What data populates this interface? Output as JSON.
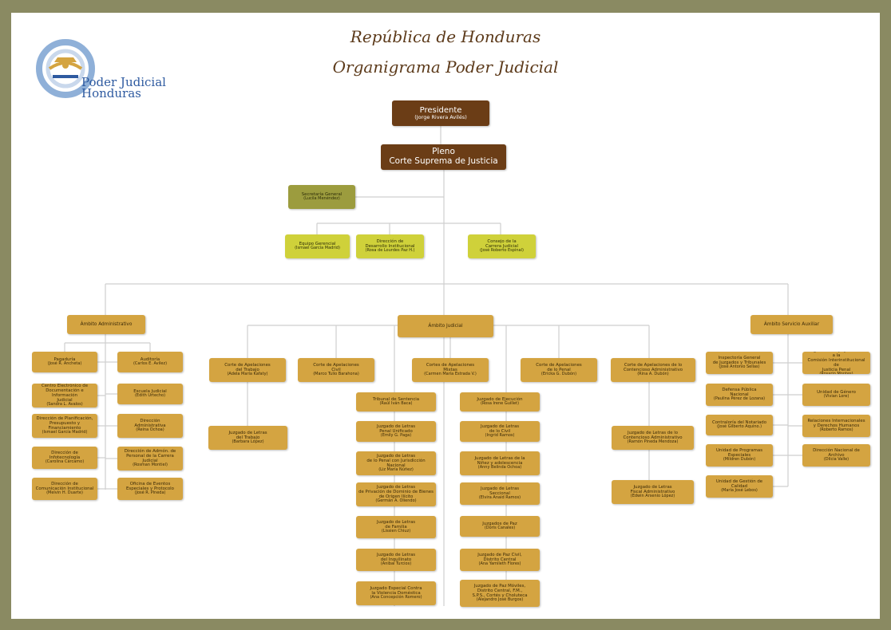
{
  "title": "República de Honduras",
  "subtitle": "Organigrama Poder Judicial",
  "logo": {
    "line1": "Poder Judicial",
    "line2": "Honduras",
    "icon": "poder-judicial-seal-icon"
  },
  "colors": {
    "border": "#8a8a62",
    "gold": "#d4a441",
    "brown": "#6b3d16",
    "olive": "#9c9c3e",
    "lime": "#cfd13a",
    "connector": "#cfcfcf"
  },
  "nodes": {
    "presidente": {
      "title": "Presidente",
      "person": "(Jorge Rivera Avilés)"
    },
    "pleno": {
      "title": "Pleno",
      "person": "Corte Suprema de Justicia"
    },
    "secretaria": {
      "title": "Secretaría General",
      "person": "(Lucila Menéndez)"
    },
    "equipo": {
      "title": "Equipo Gerencial",
      "person": "(Ismael García Madrid)"
    },
    "desarrollo": {
      "title": "Dirección de\nDesarrollo Institucional",
      "person": "(Rosa de Lourdes Paz H.)"
    },
    "consejo": {
      "title": "Consejo de la\nCarrera Judicial",
      "person": "(José Roberto Espinal)"
    },
    "amb_admin": {
      "title": "Ámbito Administrativo"
    },
    "amb_judicial": {
      "title": "Ámbito Judicial"
    },
    "amb_aux": {
      "title": "Ámbito Servicio Auxiliar"
    },
    "pagaduria": {
      "title": "Pagaduría",
      "person": "(José R. Ancheta)"
    },
    "auditoria": {
      "title": "Auditoría",
      "person": "(Carlos E. Avilez)"
    },
    "cedij": {
      "title": "Centro Electrónico de\nDocumentación e Información\nJudicial",
      "person": "(Sandra L. Avalos)"
    },
    "escuela": {
      "title": "Escuela Judicial",
      "person": "(Edith Urtecho)"
    },
    "planificacion": {
      "title": "Dirección de Planificación,\nPresupuesto y Financiamiento",
      "person": "(Ismael García Madrid)"
    },
    "dir_admin": {
      "title": "Dirección\nAdministrativa",
      "person": "(Reina Ochoa)"
    },
    "infotecnologia": {
      "title": "Dirección de\nInfotecnología",
      "person": "(Carolina Cárcamo)"
    },
    "personal": {
      "title": "Dirección de Admón. de\nPersonal de la Carrera\nJudicial",
      "person": "(Rosman Montiel)"
    },
    "comunicacion": {
      "title": "Dirección de\nComunicación Institucional",
      "person": "(Melvin H. Duarte)"
    },
    "eventos": {
      "title": "Oficina de Eventos\nEspeciales y Protocolo",
      "person": "(José R. Pineda)"
    },
    "ca_trabajo": {
      "title": "Corte de Apelaciones\ndel Trabajo",
      "person": "(Adela María Kafaty)"
    },
    "ca_civil": {
      "title": "Corte de Apelaciones\nCivil",
      "person": "(Marco Tulio Barahona)"
    },
    "ca_mixtas": {
      "title": "Cortes de Apelaciones\nMixtas",
      "person": "(Carmen María Estrada V.)"
    },
    "ca_penal": {
      "title": "Corte de Apelaciones\nde lo Penal",
      "person": "(Ericka G. Dubón)"
    },
    "ca_contencioso": {
      "title": "Corte de Apelaciones de lo\nContencioso Administrativo",
      "person": "(Rina A. Dubón)"
    },
    "jl_trabajo": {
      "title": "Juzgado de Letras\ndel Trabajo",
      "person": "(Barbara López)"
    },
    "tribunal_sentencia": {
      "title": "Tribunal de Sentencia",
      "person": "(Raúl Iván Baca)"
    },
    "penal_unificado": {
      "title": "Juzgado de Letras\nPenal Unificado",
      "person": "(Emily G. Paga)"
    },
    "jurisdiccion_nacional": {
      "title": "Juzgado de Letras\nde lo Penal con Jurisdicción\nNacional",
      "person": "(Liz María Núñez)"
    },
    "privacion_dominio": {
      "title": "Juzgado de Letras\nde Privación de Dominio de Bienes\nde Origen Ilícito",
      "person": "(Germán A. Oliendo)"
    },
    "familia": {
      "title": "Juzgado de Letras\nde Familia",
      "person": "(Lissien Chiuz)"
    },
    "inquilinato": {
      "title": "Juzgado de Letras\ndel Inquilinato",
      "person": "(Anibal Turcios)"
    },
    "violencia": {
      "title": "Juzgado Especial Contra\nla Violencia Doméstica",
      "person": "(Ana Concepción Romero)"
    },
    "ejecucion": {
      "title": "Juzgado de Ejecución",
      "person": "(Rosa Irene Guillet)"
    },
    "jl_civil": {
      "title": "Juzgado de Letras\nde lo Civil",
      "person": "(Ingrid Ramos)"
    },
    "ninez": {
      "title": "Juzgado de Letras de la\nNiñez y adolescencia",
      "person": "(Anny Belinda Ochoa)"
    },
    "seccional": {
      "title": "Juzgado de Letras\nSeccional",
      "person": "(Elvira Anaid Ramos)"
    },
    "paz": {
      "title": "Juzgados de Paz",
      "person": "(Doris Canales)"
    },
    "paz_civil": {
      "title": "Juzgado de Paz Civil,\nDistrito Central",
      "person": "(Ana Yamileth Flores)"
    },
    "paz_moviles": {
      "title": "Juzgado de Paz Móviles,\nDistrito Central, F.M.,\nS.P.S., Cortés y Choluteca",
      "person": "(Alejandro José Burgos)"
    },
    "jl_contencioso": {
      "title": "Juzgado de Letras de lo\nContencioso Administrativo",
      "person": "(Ramón Pineda Mendoza)"
    },
    "fiscal": {
      "title": "Juzgado de Letras\nFiscal Administrativo",
      "person": "(Edwin Arsenio López)"
    },
    "inspectoria": {
      "title": "Inspectoría General\nde Juzgados y Tribunales",
      "person": "(José Antonio Sellas)"
    },
    "programa": {
      "title": "Programa de Apoyo Técnico a la\nComisión Interinstitucional de\nJusticia Penal",
      "person": "(Rosario Montes)"
    },
    "defensa": {
      "title": "Defensa Pública\nNacional",
      "person": "(Paulina Pérez de Lozana)"
    },
    "genero": {
      "title": "Unidad de Género",
      "person": "(Vivian Lore)"
    },
    "notariado": {
      "title": "Contraloría del Notariado",
      "person": "(José Gilberto Aquino.)"
    },
    "relaciones": {
      "title": "Relaciones Internacionales\ny Derechos Humanos",
      "person": "(Roberto Ramos)"
    },
    "programas_esp": {
      "title": "Unidad de Programas\nEspeciales",
      "person": "(Mildren Dubón)"
    },
    "archivo": {
      "title": "Dirección Nacional de\nArchivo",
      "person": "(Dilcia Valle)"
    },
    "calidad": {
      "title": "Unidad de Gestión de\nCalidad",
      "person": "(María José Lebos)"
    }
  }
}
